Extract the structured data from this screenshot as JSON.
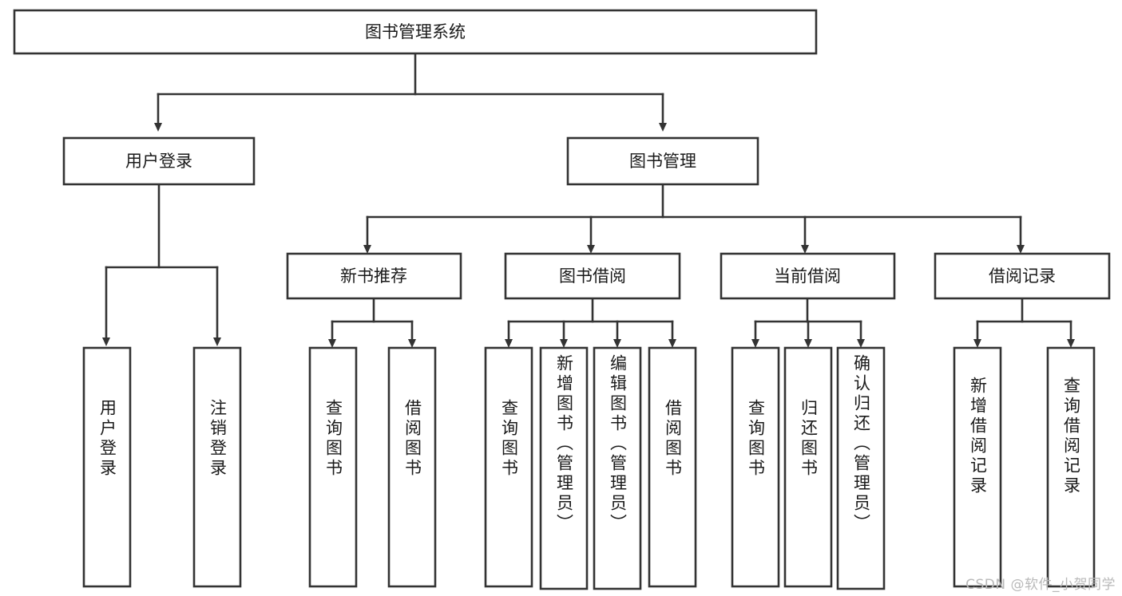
{
  "diagram": {
    "title": "图书管理系统",
    "type": "tree",
    "colors": {
      "box_stroke": "#333333",
      "box_fill": "#ffffff",
      "text": "#1a1a1a",
      "background": "#ffffff",
      "watermark": "#b9b9b9"
    },
    "root": {
      "label": "图书管理系统"
    },
    "level2": [
      {
        "label": "用户登录"
      },
      {
        "label": "图书管理"
      }
    ],
    "level3": [
      {
        "label": "新书推荐"
      },
      {
        "label": "图书借阅"
      },
      {
        "label": "当前借阅"
      },
      {
        "label": "借阅记录"
      }
    ],
    "leaves": {
      "user_login": [
        {
          "label": "用户登录"
        },
        {
          "label": "注销登录"
        }
      ],
      "new_book_recommend": [
        {
          "label": "查询图书"
        },
        {
          "label": "借阅图书"
        }
      ],
      "book_borrow": [
        {
          "label": "查询图书"
        },
        {
          "label": "新增图书（管理员）"
        },
        {
          "label": "编辑图书（管理员）"
        },
        {
          "label": "借阅图书"
        }
      ],
      "current_borrow": [
        {
          "label": "查询图书"
        },
        {
          "label": "归还图书"
        },
        {
          "label": "确认归还（管理员）"
        }
      ],
      "borrow_record": [
        {
          "label": "新增借阅记录"
        },
        {
          "label": "查询借阅记录"
        }
      ]
    },
    "watermark": "CSDN @软件_小贺同学"
  }
}
